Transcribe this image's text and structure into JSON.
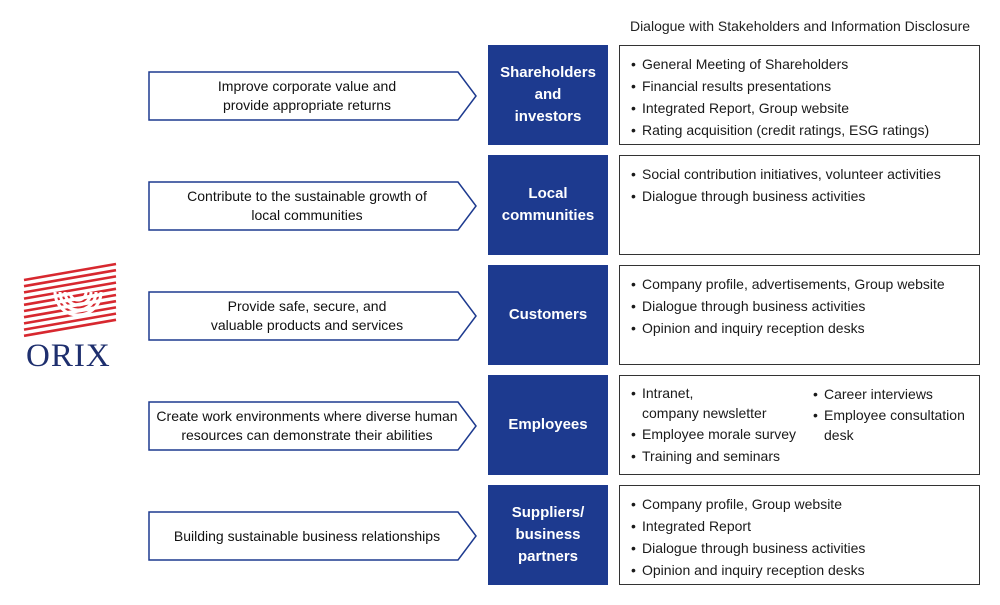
{
  "header": "Dialogue with Stakeholders and Information Disclosure",
  "logo": {
    "text": "ORIX",
    "color": "#d7282f",
    "text_color": "#1e2f6e"
  },
  "colors": {
    "stakeholder_bg": "#1d3a8f",
    "arrow_border": "#1d3a8f"
  },
  "rows": [
    {
      "commitment": [
        "Improve corporate value and",
        "provide appropriate returns"
      ],
      "stakeholder": [
        "Shareholders",
        "and",
        "investors"
      ],
      "items": [
        "General Meeting of Shareholders",
        "Financial results presentations",
        "Integrated Report, Group website",
        "Rating acquisition (credit ratings, ESG ratings)"
      ]
    },
    {
      "commitment": [
        "Contribute to the sustainable growth of",
        "local communities"
      ],
      "stakeholder": [
        "Local",
        "communities"
      ],
      "items": [
        "Social contribution initiatives, volunteer activities",
        "Dialogue through business activities"
      ]
    },
    {
      "commitment": [
        "Provide safe, secure, and",
        "valuable products and services"
      ],
      "stakeholder": [
        "Customers"
      ],
      "items": [
        "Company profile, advertisements, Group website",
        "Dialogue through business activities",
        "Opinion and inquiry reception desks"
      ]
    },
    {
      "commitment": [
        "Create work environments where diverse human",
        "resources can demonstrate their abilities"
      ],
      "stakeholder": [
        "Employees"
      ],
      "items_left": [
        [
          "Intranet,",
          "company newsletter"
        ],
        [
          "Employee morale survey"
        ],
        [
          "Training and seminars"
        ]
      ],
      "items_right": [
        [
          "Career interviews"
        ],
        [
          "Employee consultation",
          "desk"
        ]
      ]
    },
    {
      "commitment": [
        "Building sustainable business relationships"
      ],
      "stakeholder": [
        "Suppliers/",
        "business",
        "partners"
      ],
      "items": [
        "Company profile, Group website",
        "Integrated Report",
        "Dialogue through business activities",
        "Opinion and inquiry reception desks"
      ]
    }
  ]
}
